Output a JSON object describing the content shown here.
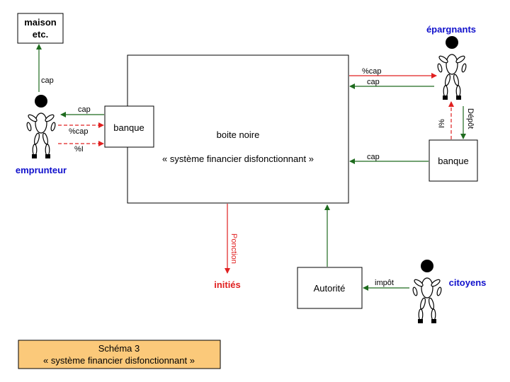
{
  "colors": {
    "green": "#1e6b1e",
    "red": "#e02020",
    "blue": "#1010cc",
    "caption_bg": "#fbc97a"
  },
  "nodes": {
    "maison": {
      "line1": "maison",
      "line2": "etc."
    },
    "black_box": {
      "title": "boite noire",
      "subtitle": "« système financier disfonctionnant »"
    },
    "banque_left": "banque",
    "banque_right": "banque",
    "autorite": "Autorité"
  },
  "actors": {
    "emprunteur": "emprunteur",
    "epargnants": "épargnants",
    "citoyens": "citoyens",
    "inities": "initiés"
  },
  "arrow_labels": {
    "cap_maison": "cap",
    "cap_to_emprunteur": "cap",
    "pct_cap_left": "%cap",
    "pct_i_left": "%I",
    "pct_cap_epargnants": "%cap",
    "cap_epargnants": "cap",
    "pct_i_right": "I%",
    "depot": "Dépôt",
    "cap_banque_right": "cap",
    "ponction": "Ponction",
    "impot": "impôt"
  },
  "caption": {
    "line1": "Schéma 3",
    "line2": "« système financier disfonctionnant »"
  },
  "icons": [
    "stick-figure-icon"
  ]
}
